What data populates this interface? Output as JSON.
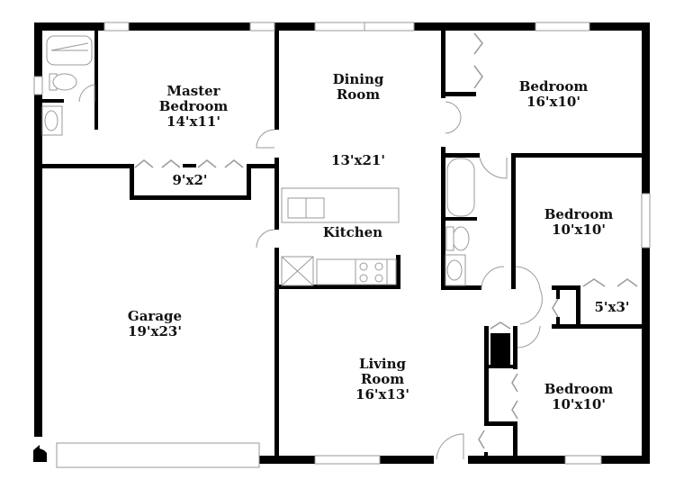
{
  "floorplan": {
    "rooms": [
      {
        "id": "master-bedroom",
        "name_line1": "Master",
        "name_line2": "Bedroom",
        "dims": "14'x11'"
      },
      {
        "id": "master-closet",
        "dims": "9'x2'"
      },
      {
        "id": "dining-room",
        "name_line1": "Dining",
        "name_line2": "Room",
        "dims": "13'x21'"
      },
      {
        "id": "kitchen",
        "name_line1": "Kitchen"
      },
      {
        "id": "bedroom-1",
        "name_line1": "Bedroom",
        "dims": "16'x10'"
      },
      {
        "id": "bedroom-2",
        "name_line1": "Bedroom",
        "dims": "10'x10'"
      },
      {
        "id": "closet-2",
        "dims": "5'x3'"
      },
      {
        "id": "bedroom-3",
        "name_line1": "Bedroom",
        "dims": "10'x10'"
      },
      {
        "id": "garage",
        "name_line1": "Garage",
        "dims": "19'x23'"
      },
      {
        "id": "living-room",
        "name_line1": "Living",
        "name_line2": "Room",
        "dims": "16'x13'"
      }
    ],
    "colors": {
      "wall": "#000000",
      "fixture": "#9a9a9a",
      "background": "#ffffff"
    }
  }
}
